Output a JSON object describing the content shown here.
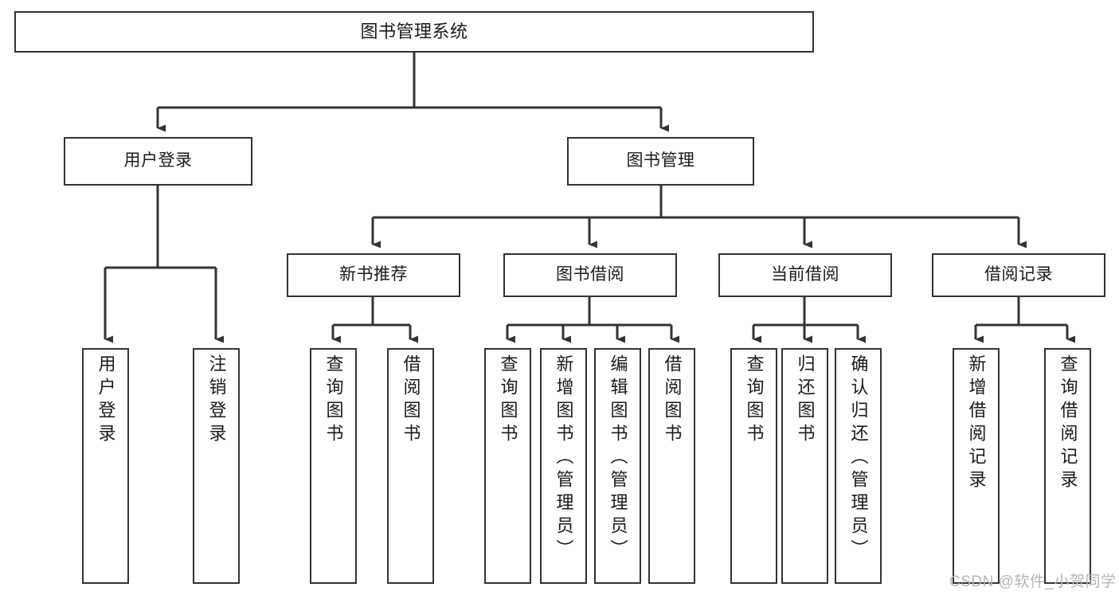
{
  "diagram": {
    "type": "hierarchy-tree",
    "title": "图书管理系统",
    "root": {
      "label": "图书管理系统"
    },
    "level2": [
      {
        "label": "用户登录"
      },
      {
        "label": "图书管理"
      }
    ],
    "level3": [
      {
        "label": "新书推荐"
      },
      {
        "label": "图书借阅"
      },
      {
        "label": "当前借阅"
      },
      {
        "label": "借阅记录"
      }
    ],
    "leaves": {
      "user_login": [
        {
          "label": "用户登录"
        },
        {
          "label": "注销登录"
        }
      ],
      "new_book_recommend": [
        {
          "label": "查询图书"
        },
        {
          "label": "借阅图书"
        }
      ],
      "book_borrow": [
        {
          "label": "查询图书"
        },
        {
          "label": "新增图书（管理员）"
        },
        {
          "label": "编辑图书（管理员）"
        },
        {
          "label": "借阅图书"
        }
      ],
      "current_borrow": [
        {
          "label": "查询图书"
        },
        {
          "label": "归还图书"
        },
        {
          "label": "确认归还（管理员）"
        }
      ],
      "borrow_record": [
        {
          "label": "新增借阅记录"
        },
        {
          "label": "查询借阅记录"
        }
      ]
    }
  },
  "watermark": {
    "text": "CSDN @软件_小贺同学"
  },
  "colors": {
    "border": "#333333",
    "background": "#ffffff",
    "text": "#1a1a1a",
    "watermark": "#b6b6b6"
  }
}
